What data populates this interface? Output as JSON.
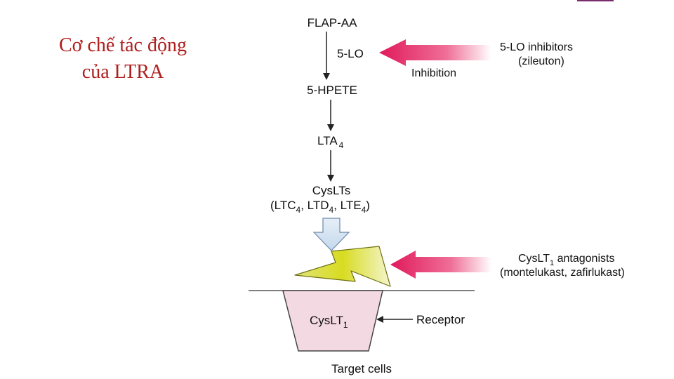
{
  "title": {
    "line1": "Cơ chế tác động",
    "line2": "của LTRA"
  },
  "pathway": {
    "flap_aa": "FLAP-AA",
    "five_lo": "5-LO",
    "five_hpete": "5-HPETE",
    "lta_base": "LTA",
    "lta_sub": "4",
    "cyslts": "CysLTs",
    "cyslts_members": [
      {
        "base": "LTC",
        "sub": "4"
      },
      {
        "base": "LTD",
        "sub": "4"
      },
      {
        "base": "LTE",
        "sub": "4"
      }
    ]
  },
  "inhibitors": {
    "line1": "5-LO inhibitors",
    "line2": "(zileuton)",
    "effect": "Inhibition"
  },
  "antagonists": {
    "line1_base": "CysLT",
    "line1_sub": "1",
    "line1_rest": " antagonists",
    "line2": "(montelukast, zafirlukast)"
  },
  "receptor": {
    "name_base": "CysLT",
    "name_sub": "1",
    "label": "Receptor",
    "cells": "Target cells"
  },
  "colors": {
    "title": "#b01e1e",
    "inhibit_arrow": "#e0195c",
    "receptor_fill": "#f3d9e1",
    "bolt": "#d8dc20",
    "flow_arrow": "#d3e4f2"
  },
  "icons": {
    "signal": "lightning-bolt-icon",
    "flow": "down-arrow-icon"
  }
}
